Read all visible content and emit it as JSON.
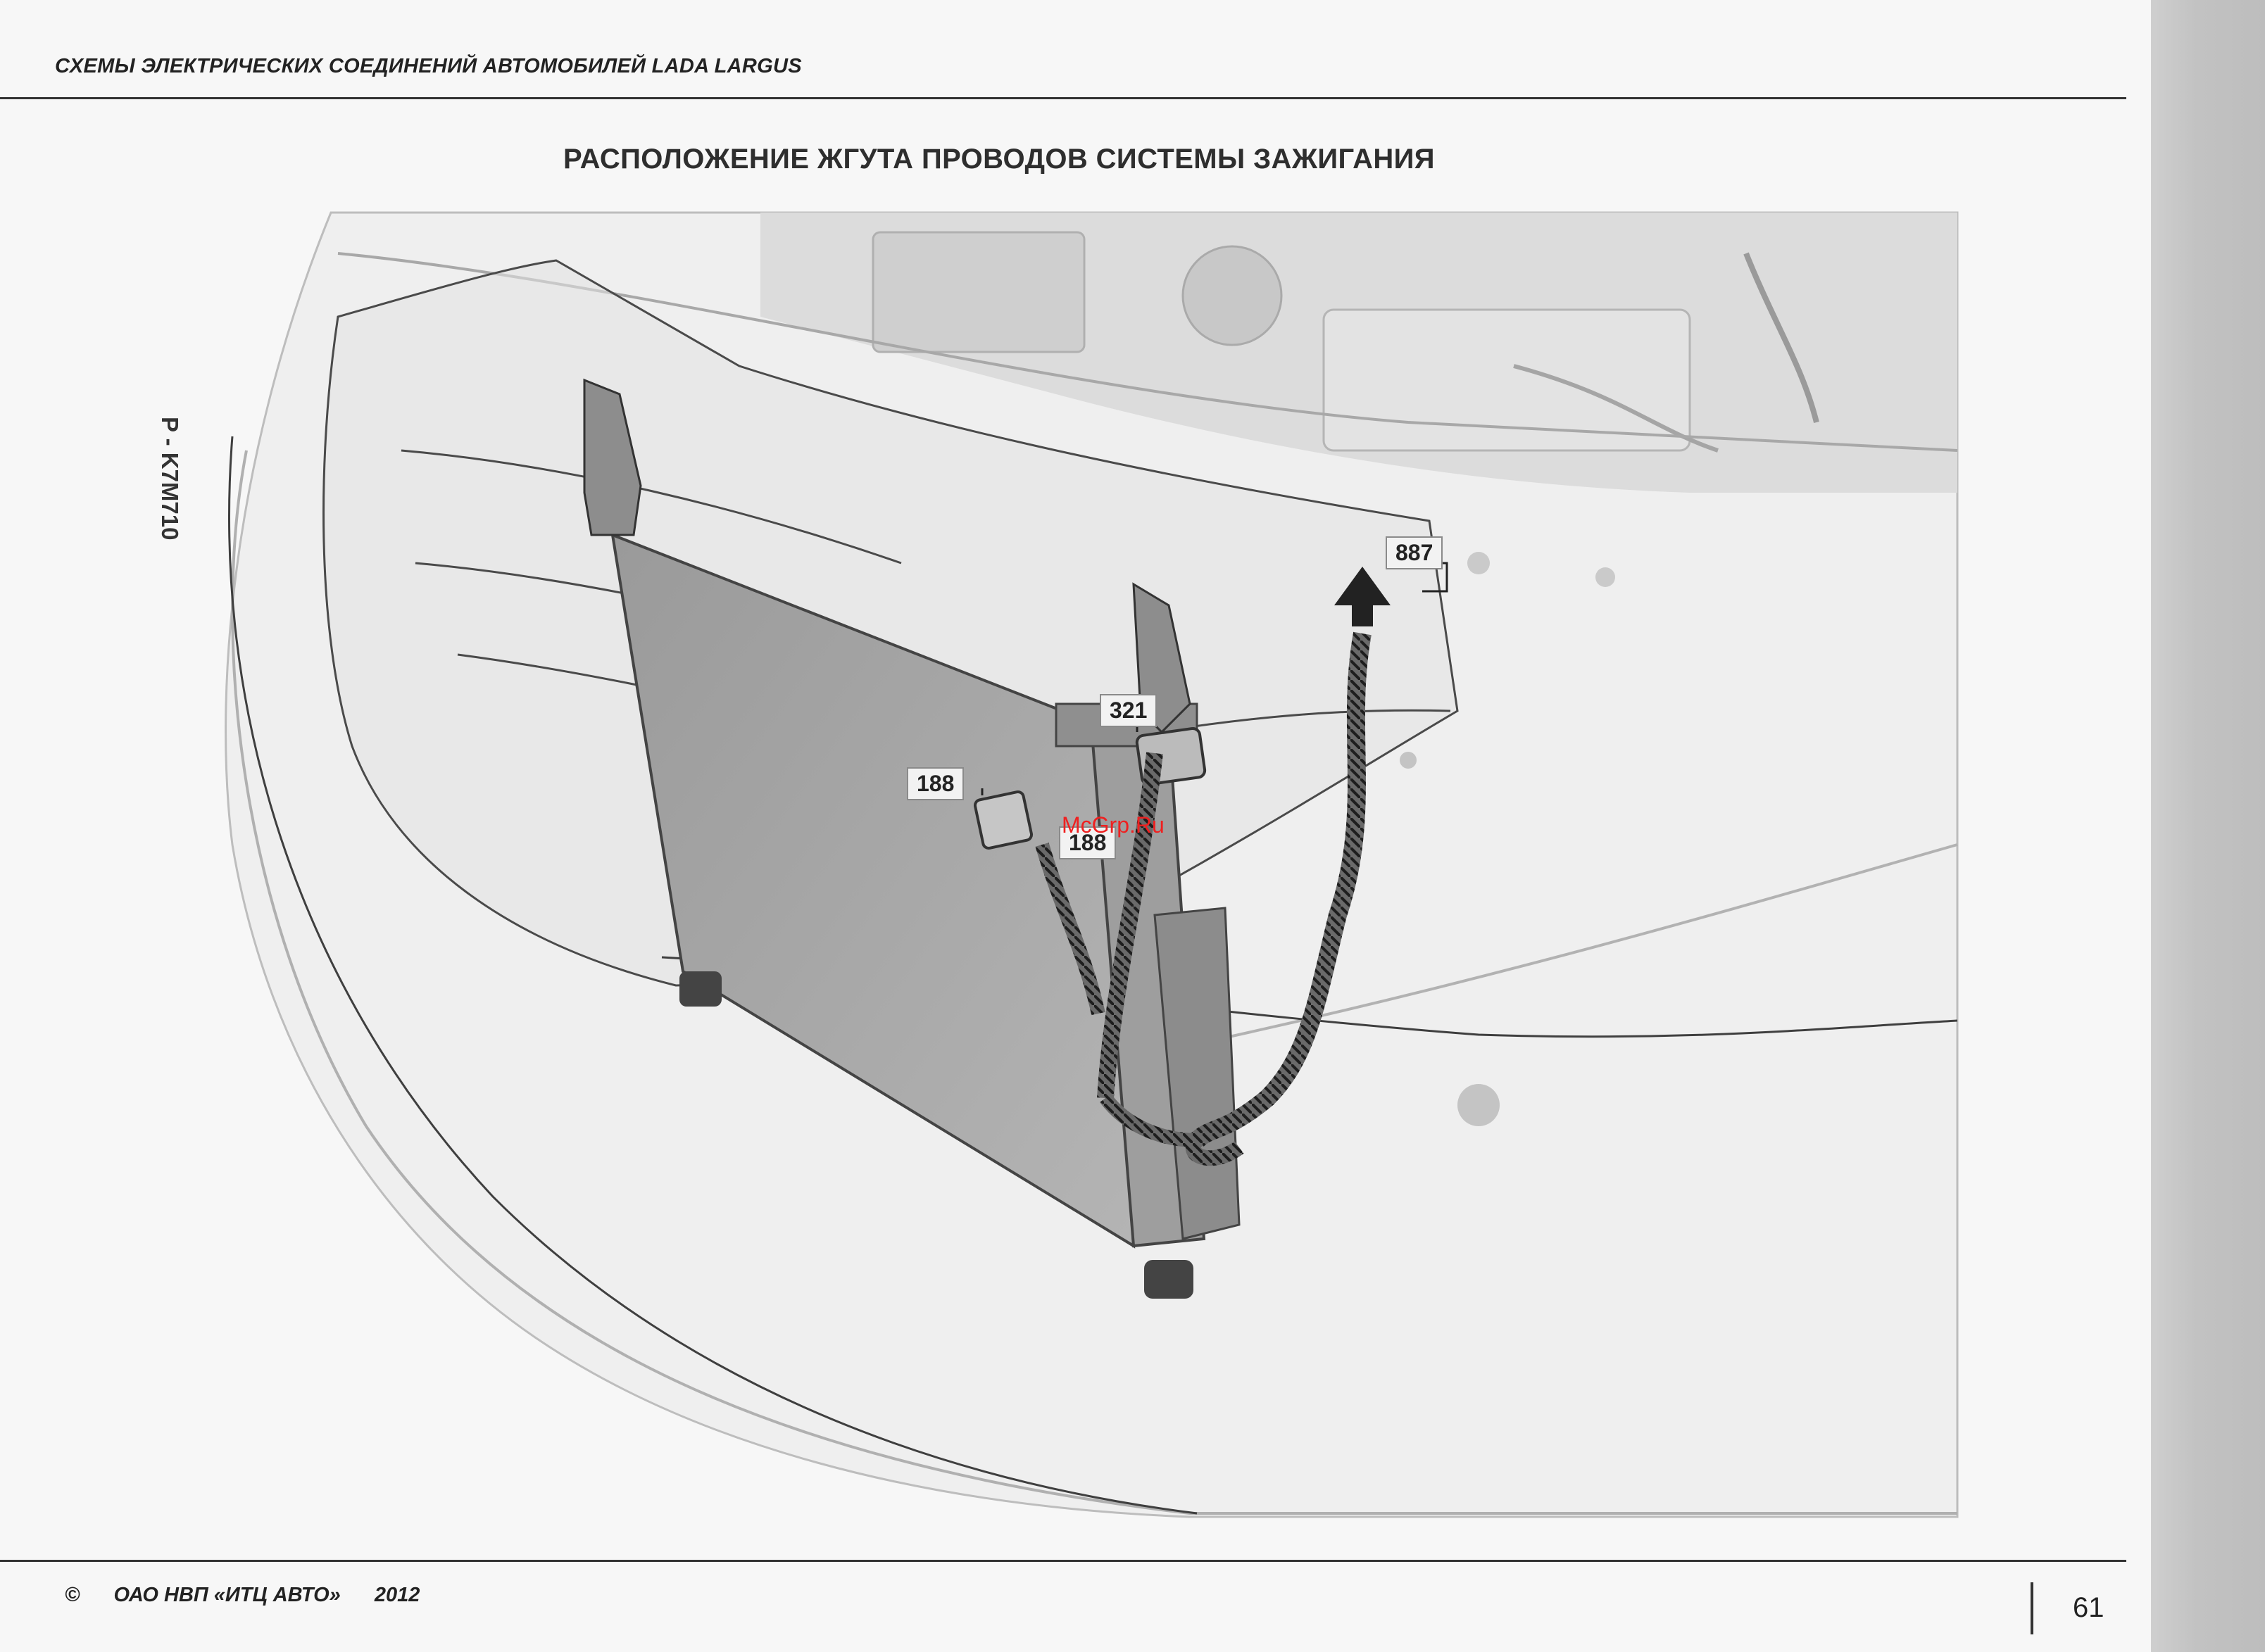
{
  "header": {
    "running_title": "СХЕМЫ ЭЛЕКТРИЧЕСКИХ СОЕДИНЕНИЙ АВТОМОБИЛЕЙ LADA LARGUS"
  },
  "page_title": "РАСПОЛОЖЕНИЕ ЖГУТА ПРОВОДОВ СИСТЕМЫ ЗАЖИГАНИЯ",
  "side_code": "P - K7M710",
  "figure": {
    "callouts": {
      "c887": "887",
      "c321": "321",
      "c188_left": "188",
      "c188_lower": "188"
    },
    "watermark": "McGrp.Ru"
  },
  "footer": {
    "copyright_symbol": "©",
    "publisher": "ОАО НВП «ИТЦ АВТО»",
    "year": "2012",
    "page_number": "61"
  },
  "colors": {
    "background": "#f7f7f7",
    "text": "#222222",
    "radiator": "#a9a9a9",
    "watermark": "#ef2020"
  }
}
